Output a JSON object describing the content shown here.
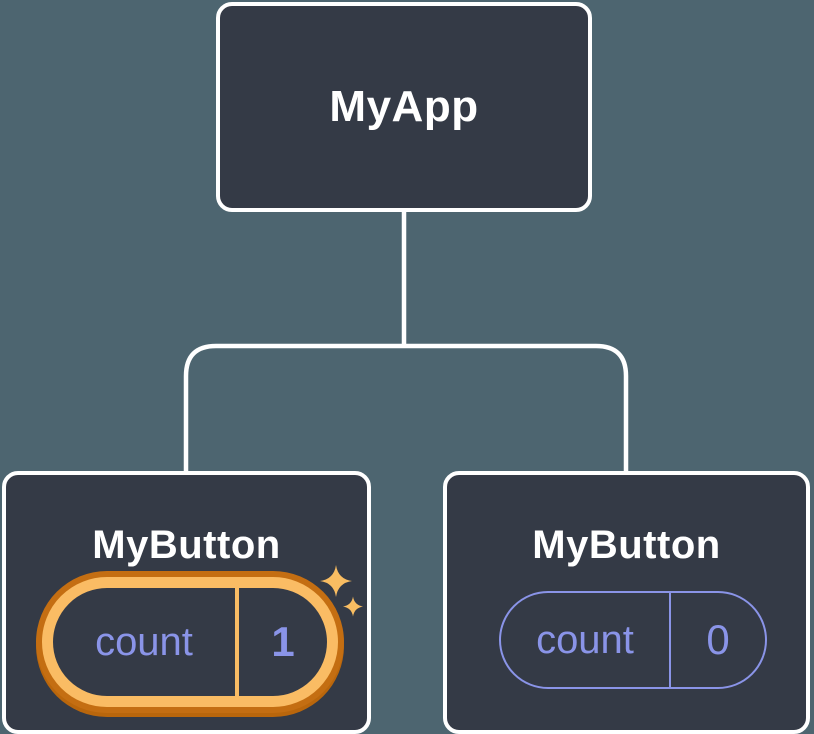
{
  "diagram": {
    "type": "component-tree",
    "background_color": "#4d6570",
    "node_fill_color": "#343a46",
    "node_border_color": "#ffffff",
    "connector_color": "#ffffff",
    "root": {
      "label": "MyApp"
    },
    "children": [
      {
        "label": "MyButton",
        "state": {
          "key": "count",
          "value": "1"
        },
        "highlighted": true,
        "highlight_ring_color": "#fabc64",
        "highlight_ring_outer_color": "#c46e12",
        "sparkle_color": "#f9bd62",
        "state_text_color": "#8a94e8"
      },
      {
        "label": "MyButton",
        "state": {
          "key": "count",
          "value": "0"
        },
        "highlighted": false,
        "pill_border_color": "#8a94e8",
        "state_text_color": "#8a94e8"
      }
    ]
  }
}
